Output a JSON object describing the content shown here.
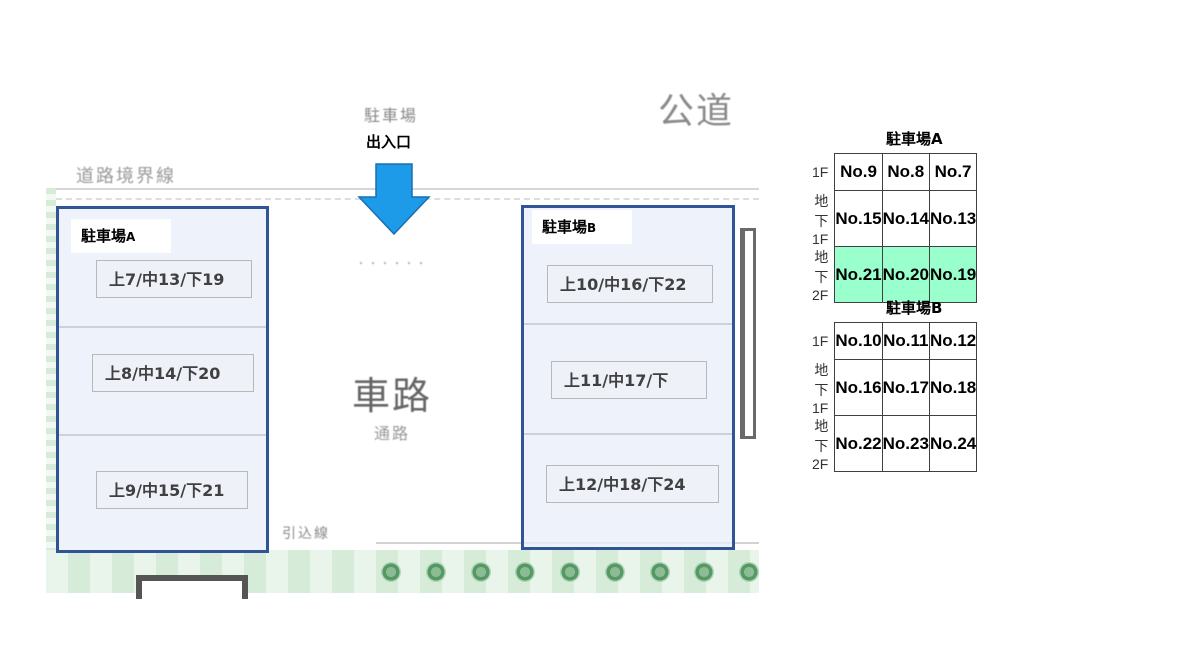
{
  "map": {
    "faint_labels": {
      "boundary": "道路境界線",
      "public_road": "公道",
      "top_label": "駐車場",
      "roadway": "車路",
      "roadway_sub": "通路",
      "bottom_label": "引込線"
    },
    "entrance": {
      "label": "出入口",
      "arrow_icon": "down-arrow",
      "arrow_color": "#1e9be8"
    },
    "lots": [
      {
        "title": "駐車場",
        "suffix": "A",
        "border_color": "#2f5597",
        "slots": [
          "上7/中13/下19",
          "上8/中14/下20",
          "上9/中15/下21"
        ]
      },
      {
        "title": "駐車場",
        "suffix": "B",
        "border_color": "#2f5597",
        "slots": [
          "上10/中16/下22",
          "上11/中17/下",
          "上12/中18/下24"
        ]
      }
    ]
  },
  "tables": [
    {
      "title": "駐車場A",
      "rows": [
        {
          "floor": "1F",
          "cells": [
            "No.9",
            "No.8",
            "No.7"
          ],
          "highlight": false
        },
        {
          "floor": "地下1F",
          "cells": [
            "No.15",
            "No.14",
            "No.13"
          ],
          "highlight": false
        },
        {
          "floor": "地下2F",
          "cells": [
            "No.21",
            "No.20",
            "No.19"
          ],
          "highlight": true
        }
      ]
    },
    {
      "title": "駐車場B",
      "rows": [
        {
          "floor": "1F",
          "cells": [
            "No.10",
            "No.11",
            "No.12"
          ],
          "highlight": false
        },
        {
          "floor": "地下1F",
          "cells": [
            "No.16",
            "No.17",
            "No.18"
          ],
          "highlight": false
        },
        {
          "floor": "地下2F",
          "cells": [
            "No.22",
            "No.23",
            "No.24"
          ],
          "highlight": false
        }
      ]
    }
  ],
  "colors": {
    "highlight_row": "#99ffcc",
    "lot_border": "#2f5597",
    "arrow": "#1e9be8"
  }
}
